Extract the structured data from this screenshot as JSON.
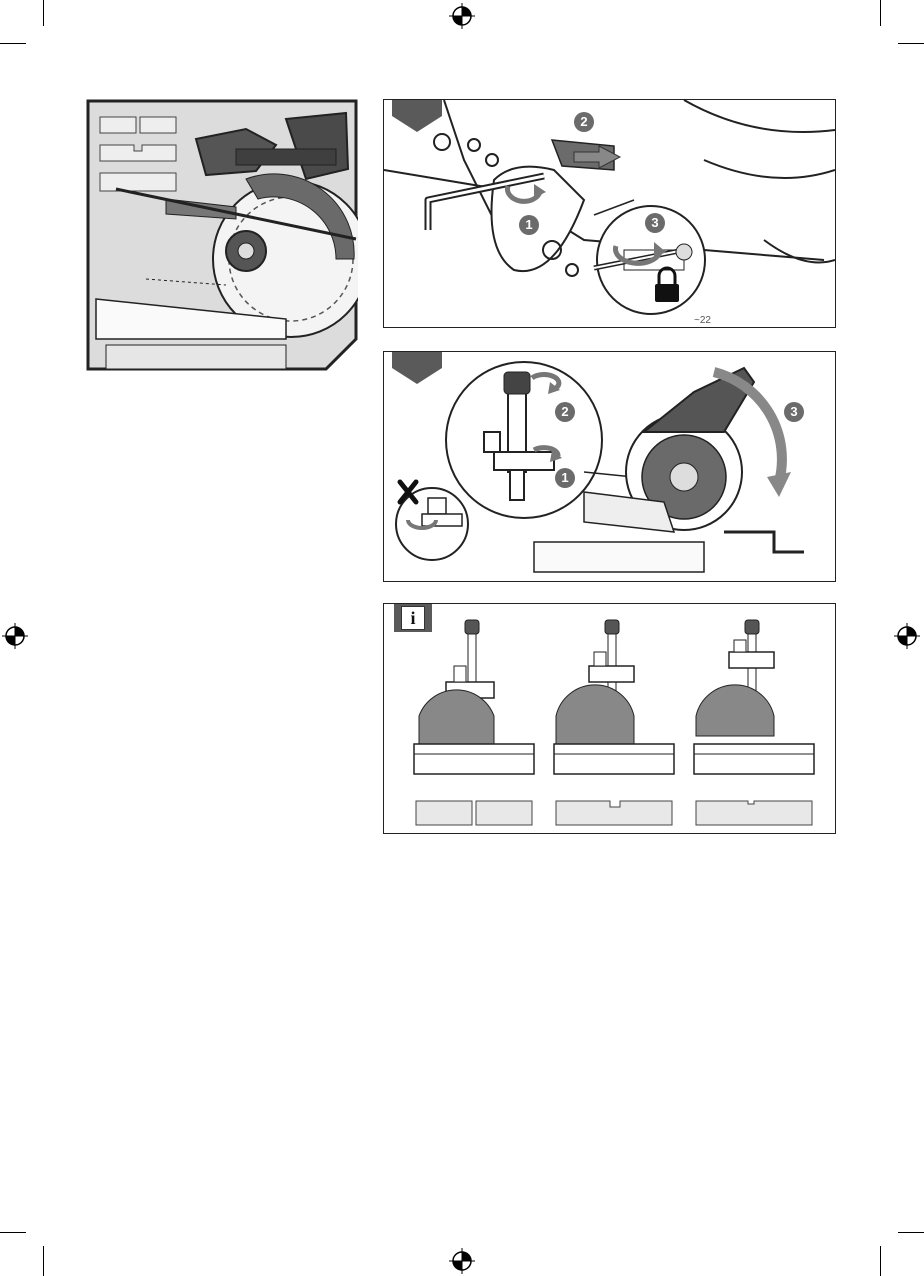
{
  "step_numbers": {
    "panel_a": [
      "1",
      "2",
      "3"
    ],
    "panel_b": [
      "1",
      "2",
      "3"
    ]
  },
  "info_panel": {
    "icon_glyph": "i"
  },
  "icons": {
    "registration": "registration-mark-icon",
    "lock": "lock-icon",
    "cross": "cross-icon",
    "info": "info-icon",
    "rotate": "rotate-arrow-icon"
  },
  "colors": {
    "line": "#222222",
    "tab": "#5a5a5a",
    "number_badge": "#6b6b6b",
    "wood": "#e8e8e8"
  }
}
